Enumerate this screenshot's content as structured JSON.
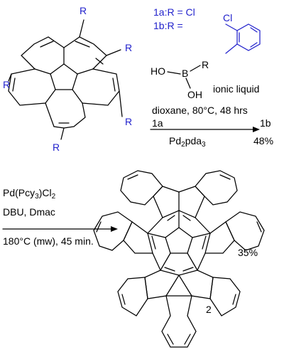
{
  "colors": {
    "ink": "#000000",
    "accent": "#2222cc"
  },
  "reactant": {
    "substituent_labels": [
      "R",
      "R",
      "R",
      "R",
      "R"
    ]
  },
  "legend": {
    "line1": "1a:R = Cl",
    "line2": "1b:R =",
    "ortho_substituent": "Cl"
  },
  "boronic_acid": {
    "ho": "HO",
    "b": "B",
    "r": "R",
    "oh": "OH"
  },
  "step1": {
    "solvent_label": "ionic liquid",
    "conditions": "dioxane, 80°C, 48 hrs",
    "reactant": "1a",
    "product": "1b",
    "catalyst": "Pd2pda3",
    "yield": "48%"
  },
  "step2": {
    "catalyst": "Pd(Pcy3)Cl2",
    "reagents": "DBU, Dmac",
    "conditions": "180°C (mw), 45 min.",
    "yield": "35%",
    "product_label": "2"
  }
}
